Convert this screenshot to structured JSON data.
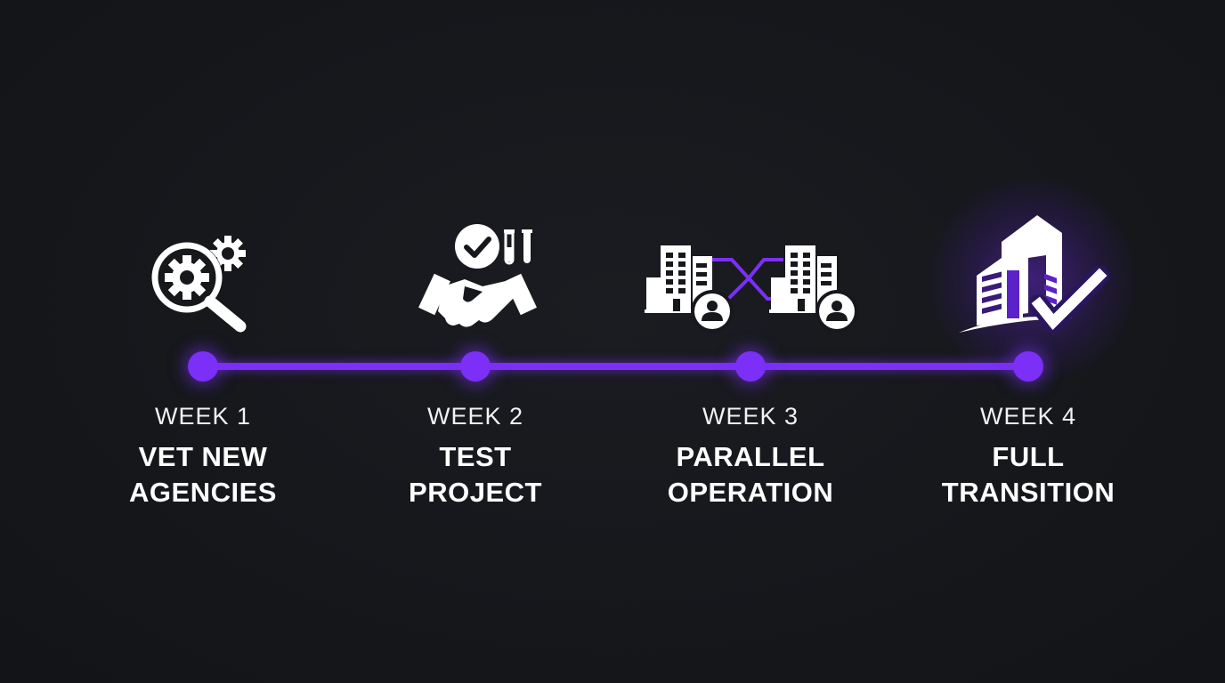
{
  "timeline": {
    "accent_color": "#7b2ff7",
    "background_color": "#16181c",
    "steps": [
      {
        "week": "WEEK 1",
        "title_line1": "VET NEW",
        "title_line2": "AGENCIES",
        "icon": "magnifier-gears-icon"
      },
      {
        "week": "WEEK 2",
        "title_line1": "TEST",
        "title_line2": "PROJECT",
        "icon": "handshake-check-testtubes-icon"
      },
      {
        "week": "WEEK 3",
        "title_line1": "PARALLEL",
        "title_line2": "OPERATION",
        "icon": "two-buildings-exchange-icon"
      },
      {
        "week": "WEEK 4",
        "title_line1": "FULL",
        "title_line2": "TRANSITION",
        "icon": "building-check-icon"
      }
    ]
  }
}
